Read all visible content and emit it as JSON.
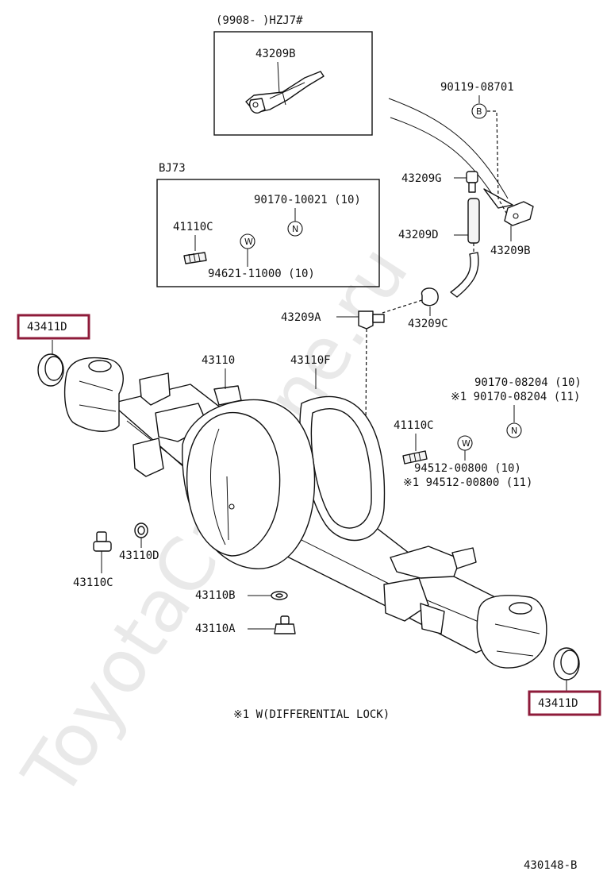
{
  "watermark": "ToyotaCatMine.ru",
  "diagram_id": "430148-B",
  "footnote": "※1 W(DIFFERENTIAL LOCK)",
  "inset_hzj": {
    "title": "(9908-      )HZJ7#",
    "part": "43209B"
  },
  "inset_bj73": {
    "title": "BJ73",
    "stud": "41110C",
    "nut_code": "N",
    "nut_part": "90170-10021 (10)",
    "washer_code": "W",
    "washer_part": "94621-11000 (10)"
  },
  "breather": {
    "bolt_code": "B",
    "bolt_part": "90119-08701",
    "g": "43209G",
    "d": "43209D",
    "b": "43209B",
    "a": "43209A",
    "c": "43209C"
  },
  "housing": {
    "main": "43110",
    "cover": "43110F",
    "plug_c": "43110C",
    "gasket_d": "43110D",
    "gasket_b": "43110B",
    "plug_a": "43110A"
  },
  "fasteners_right": {
    "nut_code": "N",
    "nut_part_1": "90170-08204 (10)",
    "nut_part_2": "※1 90170-08204 (11)",
    "stud": "41110C",
    "washer_code": "W",
    "washer_part_1": "94512-00800 (10)",
    "washer_part_2": "※1 94512-00800 (11)"
  },
  "highlighted": {
    "left_label": "43411D",
    "right_label": "43411D",
    "color": "#8e1b3a"
  }
}
